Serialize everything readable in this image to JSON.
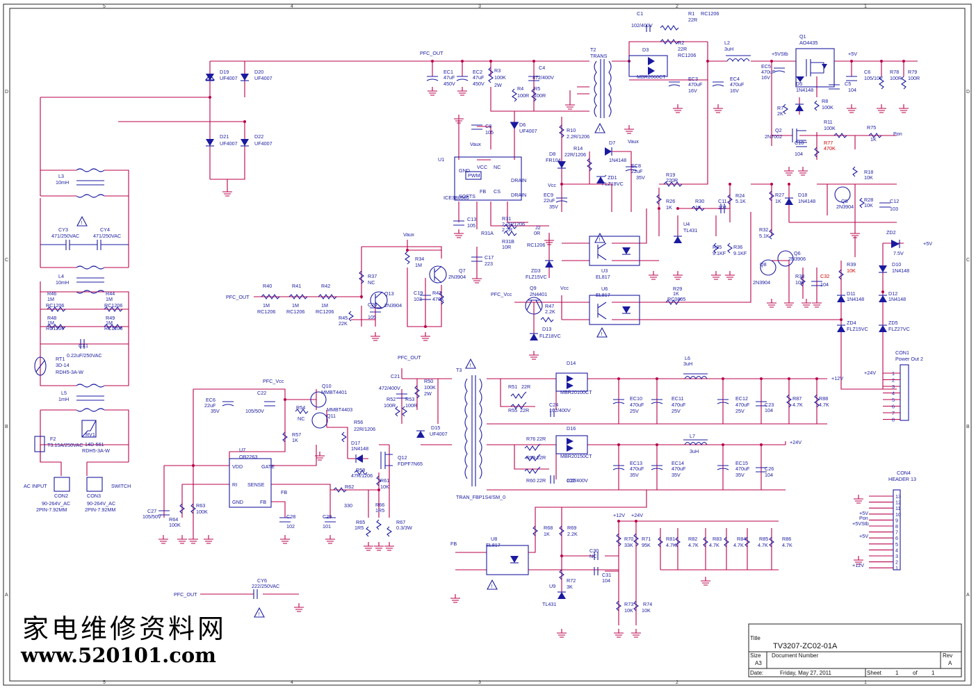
{
  "border": {
    "columns": [
      "5",
      "4",
      "3",
      "2",
      "1"
    ],
    "rows": [
      "D",
      "C",
      "B",
      "A"
    ]
  },
  "title_block": {
    "title_label": "Title",
    "title": "TV3207-ZC02-01A",
    "size_label": "Size",
    "size": "A3",
    "docnum_label": "Document Number",
    "rev_label": "Rev",
    "rev": "A",
    "date_label": "Date:",
    "date": "Friday, May 27, 2011",
    "sheet_label": "Sheet",
    "sheet": "1",
    "of_label": "of",
    "of": "1"
  },
  "watermark": {
    "chinese": "家电维修资料网",
    "url": "www.520101.com"
  },
  "labels": {
    "L0": "PFC_OUT",
    "L1": "EC1",
    "L2": "47uF",
    "L3": "450V",
    "L4": "EC2",
    "L5": "47uF",
    "L6": "450V",
    "L7": "R3",
    "L8": "100K",
    "L9": "2W",
    "L10": "C4",
    "L11": "472/400V",
    "L12": "R4",
    "L13": "100R",
    "L14": "R5",
    "L15": "100R",
    "L16": "D6",
    "L17": "UF4007",
    "L18": "C8",
    "L19": "105",
    "L20": "Vaux",
    "L21": "U1",
    "L22": "ICE3B0565",
    "L23": "GND",
    "L24": "VCC",
    "L25": "NC",
    "L26": "DRAIN",
    "L27": "SOFTS",
    "L28": "FB",
    "L29": "CS",
    "L30": "DRAIN",
    "L31": "PWM",
    "L32": "C13",
    "L33": "105",
    "L34": "R31",
    "L35": "2.2R/1206",
    "L36": "2.2R",
    "L37": "R31A",
    "L38": "R31B",
    "L39": "10R",
    "L40": "J2",
    "L41": "0R",
    "L42": "RC1206",
    "L43": "C17",
    "L44": "223",
    "L45": "Vaux",
    "L46": "R34",
    "L47": "1M",
    "L48": "Q7",
    "L49": "2N3904",
    "L50": "R37",
    "L51": "NC",
    "L52": "Q13",
    "L53": "2N3904",
    "L54": "C20",
    "L55": "105",
    "L56": "C19",
    "L57": "103",
    "L58": "R43",
    "L59": "470K",
    "L60": "R45",
    "L61": "22K",
    "L62": "PFC_OUT",
    "L63": "R40",
    "L64": "R41",
    "L65": "R42",
    "L66": "1M",
    "L67": "1M",
    "L68": "1M",
    "L69": "RC1206",
    "L70": "RC1206",
    "L71": "RC1206",
    "L72": "D19",
    "L73": "UF4007",
    "L74": "D20",
    "L75": "UF4007",
    "L76": "D21",
    "L77": "UF4007",
    "L78": "D22",
    "L79": "UF4007",
    "L80": "L3",
    "L81": "10mH",
    "L82": "CY3",
    "L83": "471/250VAC",
    "L84": "CY4",
    "L85": "471/250VAC",
    "L86": "L4",
    "L87": "10mH",
    "L88": "R46",
    "L89": "1M",
    "L90": "RC1206",
    "L91": "R44",
    "L92": "1M",
    "L93": "RC1206",
    "L94": "R48",
    "L95": "1M",
    "L96": "RC1206",
    "L97": "R49",
    "L98": "1M",
    "L99": "RC1206",
    "L100": "CX1",
    "L101": "0.22uF/250VAC",
    "L102": "RT1",
    "L103": "3D-14",
    "L104": "RDH5-3A-W",
    "L105": "L5",
    "L106": "1mH",
    "L107": "F2",
    "L108": "T3.15A/250VAC",
    "L109": "RV1",
    "L110": "14D-561",
    "L111": "RDH5-3A-W",
    "L112": "AC INPUT",
    "L113": "SWITCH",
    "L114": "CON2",
    "L115": "90-264V_AC",
    "L116": "2PIN-7.92MM",
    "L117": "CON3",
    "L118": "90-264V_AC",
    "L119": "2PIN-7.92MM",
    "L120": "C1",
    "L121": "102/400V",
    "L122": "R1",
    "L123": "RC1206",
    "L124": "22R",
    "L125": "R2",
    "L126": "22R",
    "L127": "RC1206",
    "L128": "D3",
    "L129": "MBR2060CT",
    "L130": "T2",
    "L131": "TRANS",
    "L132": "EC3",
    "L133": "470uF",
    "L134": "16V",
    "L135": "L2",
    "L136": "3uH",
    "L137": "EC4",
    "L138": "470uF",
    "L139": "16V",
    "L140": "R10",
    "L141": "2.2R/1206",
    "L142": "D8",
    "L143": "FR104",
    "L144": "R14",
    "L145": "22R/1206",
    "L146": "D7",
    "L147": "1N4148",
    "L148": "Vaux",
    "L149": "EC8",
    "L150": "22uF",
    "L151": "35V",
    "L152": "Vcc",
    "L153": "EC9",
    "L154": "22uF",
    "L155": "35V",
    "L156": "ZD1",
    "L157": "FLZ18VC",
    "L158": "R19",
    "L159": "220R",
    "L160": "R26",
    "L161": "1K",
    "L162": "R30",
    "L163": "1K",
    "L164": "C11",
    "L165": "104",
    "L166": "R24",
    "L167": "5.1K",
    "L168": "U4",
    "L169": "TL431",
    "L170": "R35",
    "L171": "9.1KF",
    "L172": "R36",
    "L173": "9.1KF",
    "L174": "U3",
    "L175": "EL817",
    "L176": "ZD3",
    "L177": "FLZ15VC",
    "L178": "Q9",
    "L179": "2N4401",
    "L180": "Vcc",
    "L181": "PFC_Vcc",
    "L182": "R47",
    "L183": "2.2K",
    "L184": "D13",
    "L185": "FLZ18VC",
    "L186": "U6",
    "L187": "EL817",
    "L188": "R29",
    "L189": "1K",
    "L190": "RC0805",
    "L191": "Q1",
    "L192": "AO4435",
    "L193": "+5VStb",
    "L194": "+5V",
    "L195": "EC5",
    "L196": "470uF",
    "L197": "16V",
    "L198": "D5",
    "L199": "1N4148",
    "L200": "C5",
    "L201": "104",
    "L202": "C6",
    "L203": "105/10V",
    "L204": "R78",
    "L205": "100R",
    "L206": "R79",
    "L207": "100R",
    "L208": "R7",
    "L209": "2K",
    "L210": "R8",
    "L211": "100K",
    "L212": "Q2",
    "L213": "2N7002",
    "L214": "R11",
    "L215": "100K",
    "L216": "R75",
    "L217": "1K",
    "L218": "Pon",
    "L219": "C10",
    "L220": "104",
    "L221": "R77",
    "L222": "470K",
    "L223": "R18",
    "L224": "10K",
    "L225": "R27",
    "L226": "1K",
    "L227": "D18",
    "L228": "1N4148",
    "L229": "Q5",
    "L230": "2N3904",
    "L231": "R28",
    "L232": "10K",
    "L233": "C12",
    "L234": "103",
    "L235": "R32",
    "L236": "5.1K",
    "L237": "Q6",
    "L238": "2N3906",
    "L239": "Q8",
    "L240": "2N3904",
    "L241": "R38",
    "L242": "10K",
    "L243": "C32",
    "L244": "104",
    "L245": "ZD2",
    "L246": "7.5V",
    "L247": "+5V",
    "L248": "D10",
    "L249": "1N4148",
    "L250": "R39",
    "L251": "10K",
    "L252": "D11",
    "L253": "1N4148",
    "L254": "D12",
    "L255": "1N4148",
    "L256": "ZD4",
    "L257": "FLZ15VC",
    "L258": "ZD5",
    "L259": "FLZ27VC",
    "L260": "CON1",
    "L261": "Power Out 2",
    "L262": "+24V",
    "L263": "PFC_OUT",
    "L264": "C21",
    "L265": "472/400V",
    "L266": "R50",
    "L267": "100K",
    "L268": "2W",
    "L269": "R52",
    "L270": "100R",
    "L271": "R53",
    "L272": "100R",
    "L273": "D15",
    "L274": "UF4007",
    "L275": "T3",
    "L276": "TRAN_FBP1S4/SM_0",
    "L277": "D14",
    "L278": "MBR20100CT",
    "L279": "R51",
    "L280": "22R",
    "L281": "R55",
    "L282": "22R",
    "L283": "C24",
    "L284": "102/400V",
    "L285": "EC10",
    "L286": "470uF",
    "L287": "25V",
    "L288": "EC11",
    "L289": "470uF",
    "L290": "25V",
    "L291": "L6",
    "L292": "3uH",
    "L293": "EC12",
    "L294": "470uF",
    "L295": "25V",
    "L296": "C23",
    "L297": "104",
    "L298": "R87",
    "L299": "4.7K",
    "L300": "R88",
    "L301": "4.7K",
    "L302": "+12V",
    "L303": "D16",
    "L304": "MBR20150CT",
    "L305": "R76",
    "L306": "22R",
    "L307": "R59",
    "L308": "22R",
    "L309": "R60",
    "L310": "22R",
    "L311": "C25",
    "L312": "102/400V",
    "L313": "EC13",
    "L314": "470uF",
    "L315": "35V",
    "L316": "EC14",
    "L317": "470uF",
    "L318": "35V",
    "L319": "L7",
    "L320": "3uH",
    "L321": "EC15",
    "L322": "470uF",
    "L323": "35V",
    "L324": "C26",
    "L325": "104",
    "L326": "+24V",
    "L327": "PFC_Vcc",
    "L328": "EC6",
    "L329": "22uF",
    "L330": "35V",
    "L331": "C22",
    "L332": "105/50V",
    "L333": "Q10",
    "L334": "MMBT4401",
    "L335": "R54",
    "L336": "NC",
    "L337": "MMBT4403",
    "L338": "Q11",
    "L339": "R56",
    "L340": "22R/1206",
    "L341": "R57",
    "L342": "1K",
    "L343": "D17",
    "L344": "1N4148",
    "L345": "R58",
    "L346": "47R/1206",
    "L347": "Q12",
    "L348": "FDPF7N65",
    "L349": "R61",
    "L350": "10K",
    "L351": "U7",
    "L352": "OB2263",
    "L353": "VDD",
    "L354": "GATE",
    "L355": "RI",
    "L356": "SENSE",
    "L357": "GND",
    "L358": "FB",
    "L359": "R62",
    "L360": "330",
    "L361": "FB",
    "L362": "C28",
    "L363": "102",
    "L364": "C29",
    "L365": "101",
    "L366": "R66",
    "L367": "1R5",
    "L368": "R65",
    "L369": "1R5",
    "L370": "R67",
    "L371": "0.3/3W",
    "L372": "C27",
    "L373": "105/50V",
    "L374": "R64",
    "L375": "100K",
    "L376": "R63",
    "L377": "100K",
    "L378": "CY6",
    "L379": "222/250VAC",
    "L380": "PFC_OUT",
    "L381": "FB",
    "L382": "U8",
    "L383": "EL817",
    "L384": "R68",
    "L385": "1K",
    "L386": "R69",
    "L387": "2.2K",
    "L388": "C30",
    "L389": "NC",
    "L390": "C31",
    "L391": "104",
    "L392": "R72",
    "L393": "3K",
    "L394": "U9",
    "L395": "TL431",
    "L396": "+12V",
    "L397": "+24V",
    "L398": "R70",
    "L399": "33K",
    "L400": "R71",
    "L401": "95K",
    "L402": "R81",
    "L403": "4.7K",
    "L404": "R82",
    "L405": "4.7K",
    "L406": "R83",
    "L407": "4.7K",
    "L408": "R84",
    "L409": "4.7K",
    "L410": "R85",
    "L411": "4.7K",
    "L412": "R86",
    "L413": "4.7K",
    "L414": "R73",
    "L415": "10K",
    "L416": "R74",
    "L417": "10K",
    "L418": "CON4",
    "L419": "HEADER 13",
    "L420": "+5V",
    "L421": "Pon",
    "L422": "+5VStb",
    "L423": "+5V",
    "L424": "+12V"
  },
  "pin_numbers": {
    "con1": [
      "1",
      "2",
      "3",
      "4",
      "5",
      "6",
      "7",
      "8"
    ],
    "con4": [
      "13",
      "12",
      "11",
      "10",
      "9",
      "8",
      "7",
      "6",
      "5",
      "4",
      "3",
      "2",
      "1"
    ]
  },
  "colors": {
    "wire": "#b8004a",
    "component": "#1a1aa0",
    "highlight": "#cc0000",
    "background": "#ffffff"
  },
  "icons": {
    "warning": "warning-triangle-icon",
    "ground": "ground-icon"
  }
}
